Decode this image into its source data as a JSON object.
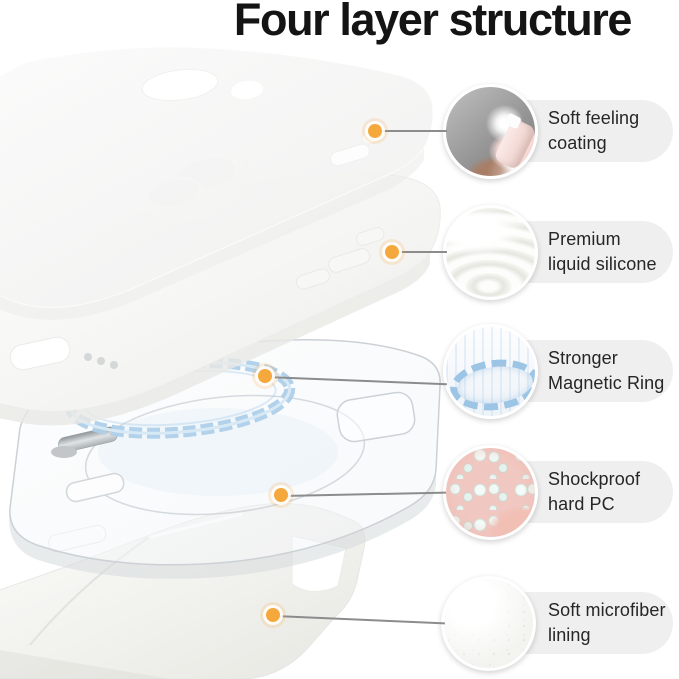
{
  "title": "Four layer structure",
  "callouts": [
    {
      "line1": "Soft feeling",
      "line2": "coating",
      "icon": "spray-coating-icon"
    },
    {
      "line1": "Premium",
      "line2": "liquid silicone",
      "icon": "liquid-silicone-icon"
    },
    {
      "line1": "Stronger",
      "line2": "Magnetic Ring",
      "icon": "magnetic-ring-icon"
    },
    {
      "line1": "Shockproof",
      "line2": "hard PC",
      "icon": "plastic-beads-icon"
    },
    {
      "line1": "Soft microfiber",
      "line2": "lining",
      "icon": "microfiber-icon"
    }
  ],
  "layers": [
    "soft feeling coating layer",
    "liquid silicone layer",
    "magnetic ring",
    "hard PC layer",
    "microfiber lining layer"
  ],
  "colors": {
    "accent_dot": "#F5A93C",
    "connector_line": "#8C8C8C",
    "pill_background": "#EFEFEF",
    "label_text": "#262626",
    "title_text": "#141414",
    "magnet_ring_blue": "#9CC4E4",
    "background": "#FFFFFF"
  }
}
